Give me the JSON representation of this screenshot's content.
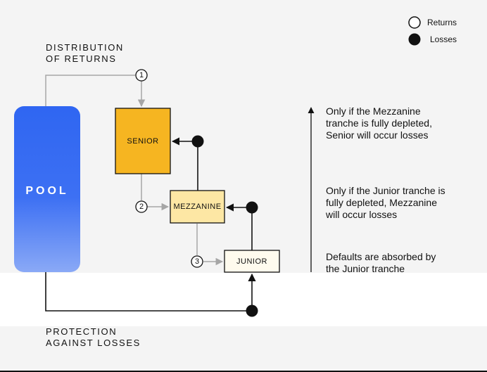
{
  "legend": {
    "returns_label": "Returns",
    "losses_label": "Losses"
  },
  "headings": {
    "distribution_line1": "DISTRIBUTION",
    "distribution_line2": "OF RETURNS",
    "protection_line1": "PROTECTION",
    "protection_line2": "AGAINST LOSSES"
  },
  "nodes": {
    "pool": "POOL",
    "senior": "SENIOR",
    "mezzanine": "MEZZANINE",
    "junior": "JUNIOR"
  },
  "steps": [
    "1",
    "2",
    "3"
  ],
  "notes": {
    "senior": [
      "Only if the Mezzanine",
      "tranche is fully depleted,",
      "Senior will occur losses"
    ],
    "mezzanine": [
      "Only if the Junior tranche is",
      "fully depleted, Mezzanine",
      "will occur losses"
    ],
    "junior": [
      "Defaults are absorbed by",
      "the Junior tranche"
    ]
  },
  "colors": {
    "pool_top": "#2f66f2",
    "pool_bottom": "#8aa9f6",
    "senior": "#f6b521",
    "mezzanine": "#fde7a4",
    "junior": "#fffbee",
    "returns_line": "#a6a6a6",
    "losses_line": "#111111"
  }
}
